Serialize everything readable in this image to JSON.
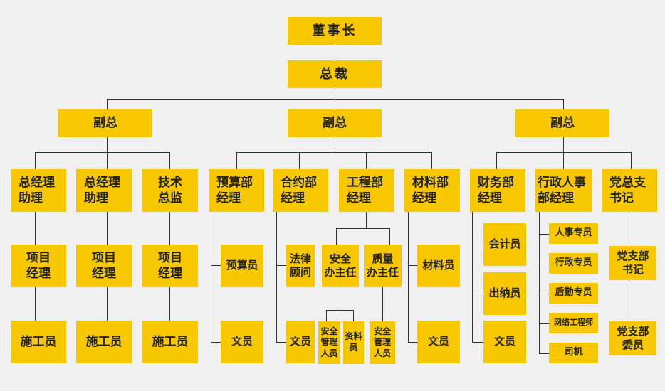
{
  "colors": {
    "box": "#f7c800",
    "line": "#333333",
    "background": "#f0f0f0"
  },
  "nodes": {
    "chairman": "董事长",
    "president": "总裁",
    "vp_left": "副总",
    "vp_mid": "副总",
    "vp_right": "副总",
    "gm_asst_1": "总经理\n助理",
    "gm_asst_2": "总经理\n助理",
    "tech_director": "技术\n总监",
    "pm_1": "项目\n经理",
    "pm_2": "项目\n经理",
    "pm_3": "项目\n经理",
    "worker_1": "施工员",
    "worker_2": "施工员",
    "worker_3": "施工员",
    "budget_mgr": "预算部\n经理",
    "budget_staff": "预算员",
    "budget_clerk": "文员",
    "contract_mgr": "合约部\n经理",
    "legal_advisor": "法律\n顾问",
    "contract_clerk": "文员",
    "eng_mgr": "工程部\n经理",
    "safety_head": "安全\n办主任",
    "quality_head": "质量\n办主任",
    "safety_staff_1": "安全\n管理\n人员",
    "data_staff": "资料\n员",
    "safety_staff_2": "安全\n管理\n人员",
    "material_mgr": "材料部\n经理",
    "material_staff": "材料员",
    "material_clerk": "文员",
    "finance_mgr": "财务部\n经理",
    "accountant": "会计员",
    "cashier": "出纳员",
    "finance_clerk": "文员",
    "hr_admin_mgr": "行政人事\n部经理",
    "hr_specialist": "人事专员",
    "admin_specialist": "行政专员",
    "logistics_specialist": "后勤专员",
    "network_engineer": "网络工程师",
    "driver": "司机",
    "party_secretary": "党总支\n书记",
    "branch_secretary": "党支部\n书记",
    "branch_member": "党支部\n委员"
  }
}
